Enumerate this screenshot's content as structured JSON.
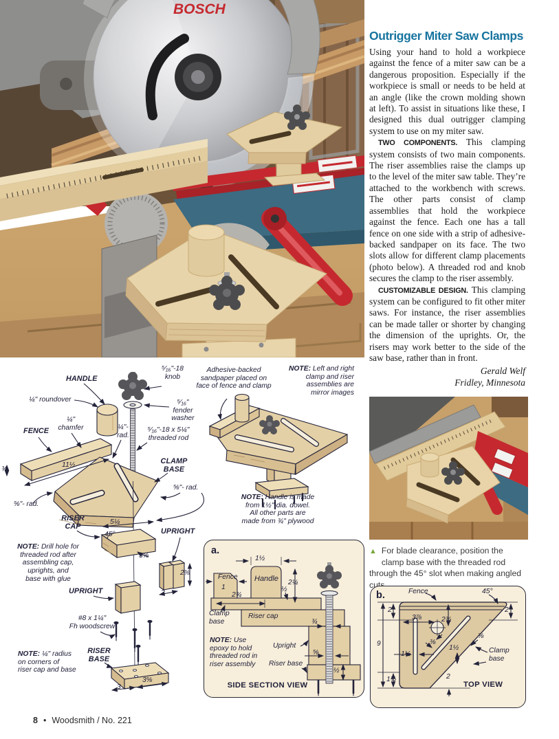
{
  "article": {
    "title": "Outrigger Miter Saw Clamps",
    "para1": "Using your hand to hold a workpiece against the fence of a miter saw can be a dangerous proposition. Especially if the workpiece is small or needs to be held at an angle (like the crown molding shown at left). To assist in situations like these, I designed this dual outrigger clamping system to use on my miter saw.",
    "para2_lead": "TWO COMPONENTS.",
    "para2": " This clamping system consists of two main components. The riser assemblies raise the clamps up to the level of the miter saw table. They’re attached to the workbench with screws. The other parts consist of clamp assemblies that hold the workpiece against the fence. Each one has a tall fence on one side with a strip of adhesive-backed sandpaper on its face. The two slots allow for different clamp placements (photo below). A threaded rod and knob secures the clamp to the riser assembly.",
    "para3_lead": "CUSTOMIZABLE DESIGN.",
    "para3": " This clamping system can be configured to fit other miter saws. For instance, the riser assemblies can be made taller or shorter by changing the dimension of the uprights. Or, the risers may work better to the side of the saw base, rather than in front.",
    "byline_name": "Gerald Welf",
    "byline_city": "Fridley, Minnesota"
  },
  "photo": {
    "brand": "BOSCH"
  },
  "caption": {
    "marker": "▲",
    "text": "For blade clearance, position the clamp base with the threaded rod through the 45° slot when making angled cuts."
  },
  "footer": {
    "page": "8",
    "dot": "•",
    "text": "Woodsmith / No. 221"
  },
  "exploded": {
    "handle": "HANDLE",
    "knob": "⁵⁄₁₆\"-18\nknob",
    "roundover": "¼\" roundover",
    "washer": "⁵⁄₁₆\"\nfender\nwasher",
    "chamfer": "¼\"\nchamfer",
    "rad14": "¼\"-\nrad.",
    "rod": "⁵⁄₁₆\"-18 x 5¼\"\nthreaded rod",
    "fence": "FENCE",
    "len": "11½",
    "thickness": "¾",
    "clampbase": "CLAMP\nBASE",
    "rad58r": "⅝\"- rad.",
    "rad58l": "⅝\"- rad.",
    "risercap": "RISER\nCAP",
    "dim514": "5¼",
    "deg45": "45°",
    "upright_r": "UPRIGHT",
    "dim358": "3⅝",
    "dim238": "2⅜",
    "dim2": "2",
    "note_drill": {
      "lead": "NOTE:",
      "text": " Drill hole for\nthreaded rod after\nassembling cap,\nuprights, and\nbase with glue"
    },
    "upright_l": "UPRIGHT",
    "screw": "#8 x 1¼\"\nFh woodscrew",
    "note_radius": {
      "lead": "NOTE:",
      "text": " ¼\" radius\non corners of\nriser cap and base"
    },
    "riserbase": "RISER\nBASE",
    "dim3": "3",
    "dim358b": "3⅝",
    "sandpaper": "Adhesive-backed\nsandpaper placed on\nface of fence and clamp",
    "mirror": {
      "lead": "NOTE:",
      "text": " Left and right\nclamp and riser\nassemblies are\nmirror images"
    },
    "handle_note": {
      "lead": "NOTE:",
      "text": " Handle is made\nfrom 1½\"-dia. dowel.\nAll other parts are\nmade from ¾\" plywood"
    }
  },
  "inset_a": {
    "tag": "a.",
    "fence": "Fence",
    "dim1": "1",
    "handle": "Handle",
    "dim112": "1½",
    "dim214": "2¼",
    "dim12": "½",
    "dim234": "2¾",
    "clampbase": "Clamp\nbase",
    "risercap": "Riser cap",
    "dim34": "¾",
    "note": {
      "lead": "NOTE:",
      "text": " Use\nepoxy to hold\nthreaded rod in\nriser assembly"
    },
    "upright": "Upright",
    "dim58": "⅝",
    "riserbase": "Riser base",
    "dim12b": "½",
    "title": "SIDE SECTION VIEW"
  },
  "inset_b": {
    "tag": "b.",
    "fence": "Fence",
    "deg45": "45°",
    "dim2l": "2",
    "dim378": "3⅞",
    "dim234": "2¾",
    "dim2r": "2",
    "dim9": "9",
    "dim38a": "⅜",
    "dim112a": "1½",
    "dim38b": "⅜",
    "dim112b": "1½",
    "clampbase": "Clamp\nbase",
    "dim112c": "1½",
    "dim2b": "2",
    "title": "TOP VIEW"
  },
  "colors": {
    "accent": "#17749f",
    "marker_green": "#7aa73d",
    "wood": "#e4d0a6",
    "ink": "#23233a"
  }
}
